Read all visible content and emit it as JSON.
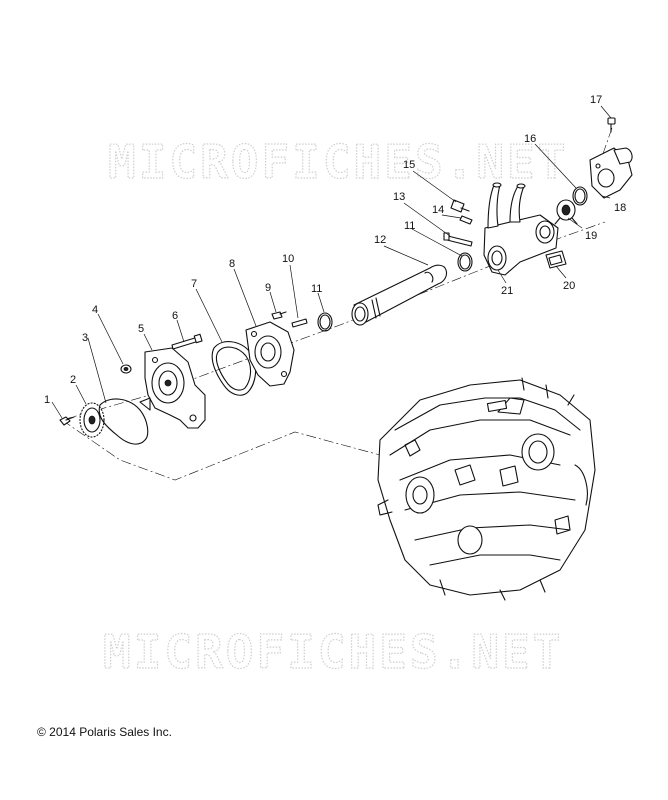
{
  "watermark": {
    "top": "MICROFICHES.NET",
    "bottom": "MICROFICHES.NET"
  },
  "callouts": [
    "1",
    "2",
    "3",
    "4",
    "5",
    "6",
    "7",
    "8",
    "9",
    "10",
    "11",
    "12",
    "13",
    "14",
    "15",
    "16",
    "17",
    "18",
    "19",
    "20",
    "21"
  ],
  "footer": {
    "copyright": "© 2014 Polaris Sales Inc."
  }
}
